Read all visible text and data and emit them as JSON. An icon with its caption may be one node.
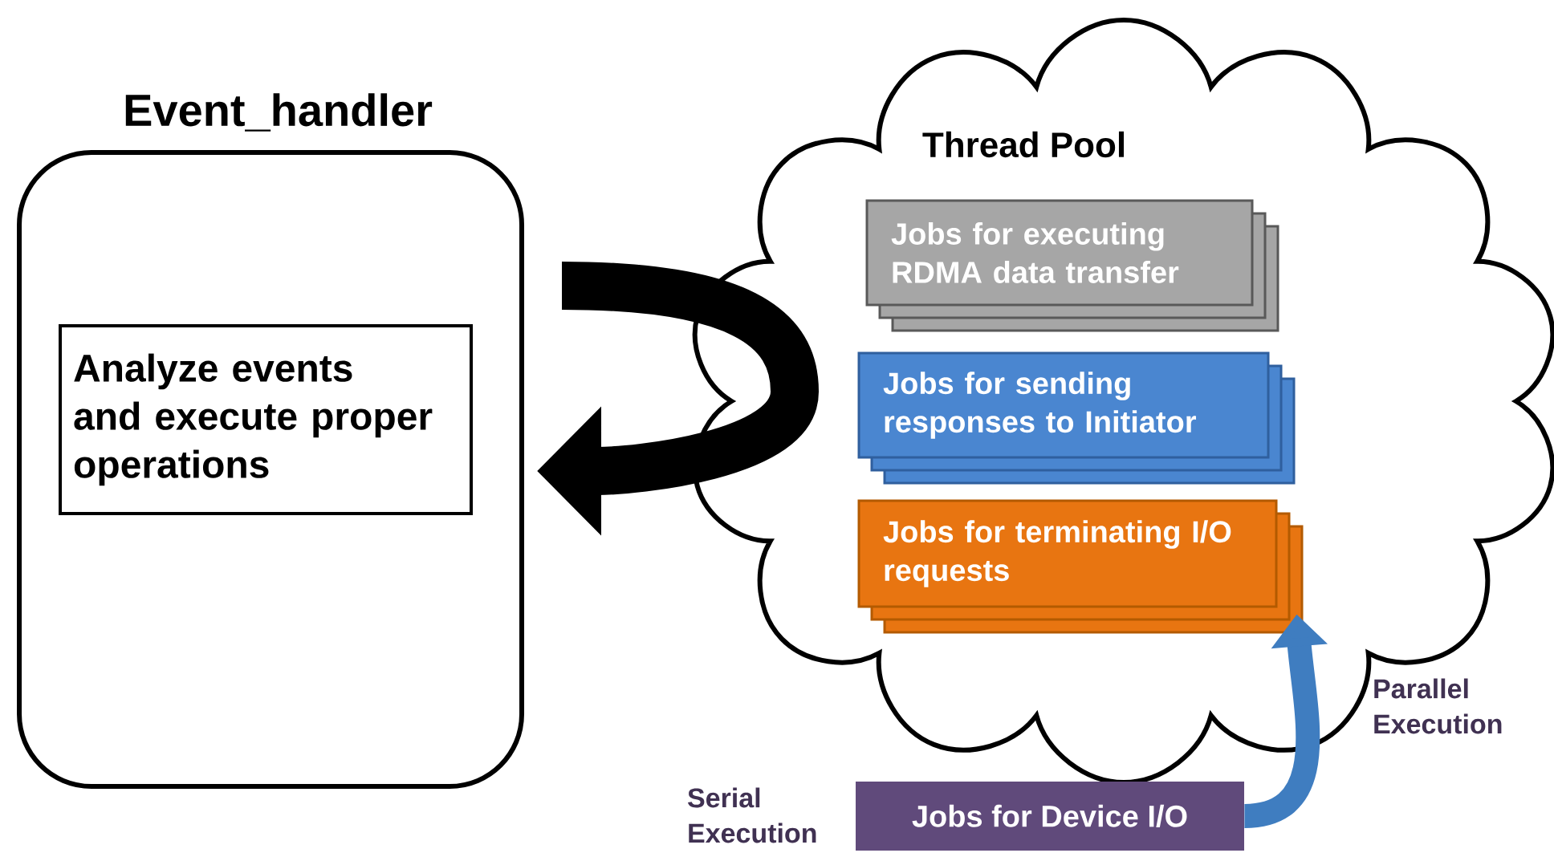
{
  "diagram": {
    "nodes": [
      {
        "text": [
          "Event_handler"
        ]
      },
      {
        "text": [
          "Analyze events and execute proper operations"
        ],
        "in": 0
      },
      {
        "text": [
          "Thread Pool"
        ]
      },
      {
        "text": [
          "Jobs for executing RDMA data transfer"
        ],
        "in": 2
      },
      {
        "text": [
          "Jobs for sending responses to Initiator"
        ],
        "in": 2
      },
      {
        "text": [
          "Jobs for terminating I/O requests"
        ],
        "in": 2
      },
      {
        "text": [
          "Jobs for Device I/O"
        ],
        "beside": [
          "Serial Execution"
        ]
      }
    ],
    "edges": [
      {
        "from": null,
        "to": 1,
        "arrow": "to",
        "style": "thick"
      },
      {
        "from": 6,
        "to": 5,
        "arrow": "to",
        "label": "Parallel Execution",
        "color": "#3f7dc0"
      }
    ]
  }
}
